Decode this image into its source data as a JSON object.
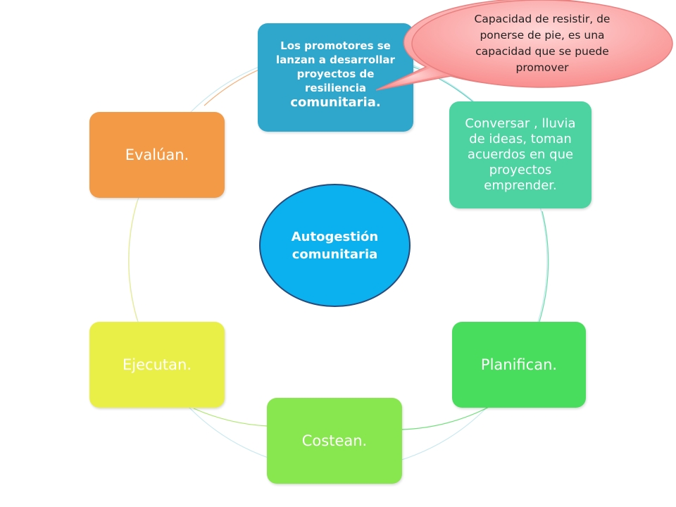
{
  "center": {
    "label": "Autogestión comunitaria"
  },
  "steps": {
    "promotores": {
      "small": "Los promotores  se lanzan a desarrollar proyectos de resiliencia ",
      "big": "comunitaria."
    },
    "conversar": "Conversar , lluvia de ideas, toman acuerdos en que proyectos emprender.",
    "planifican": "Planifican.",
    "costean": "Costean.",
    "ejecutan": "Ejecutan.",
    "evaluan": "Evalúan."
  },
  "callout": {
    "text": "Capacidad de resistir, de ponerse de pie, es una capacidad que se puede promover"
  },
  "colors": {
    "promotores": "#2fa7cc",
    "conversar": "#4cd3a1",
    "planifican": "#49dd5d",
    "costean": "#88e64e",
    "ejecutan": "#e9ef46",
    "evaluan": "#f39a46",
    "center": "#0bb0ef",
    "callout": "#f98f8f"
  }
}
